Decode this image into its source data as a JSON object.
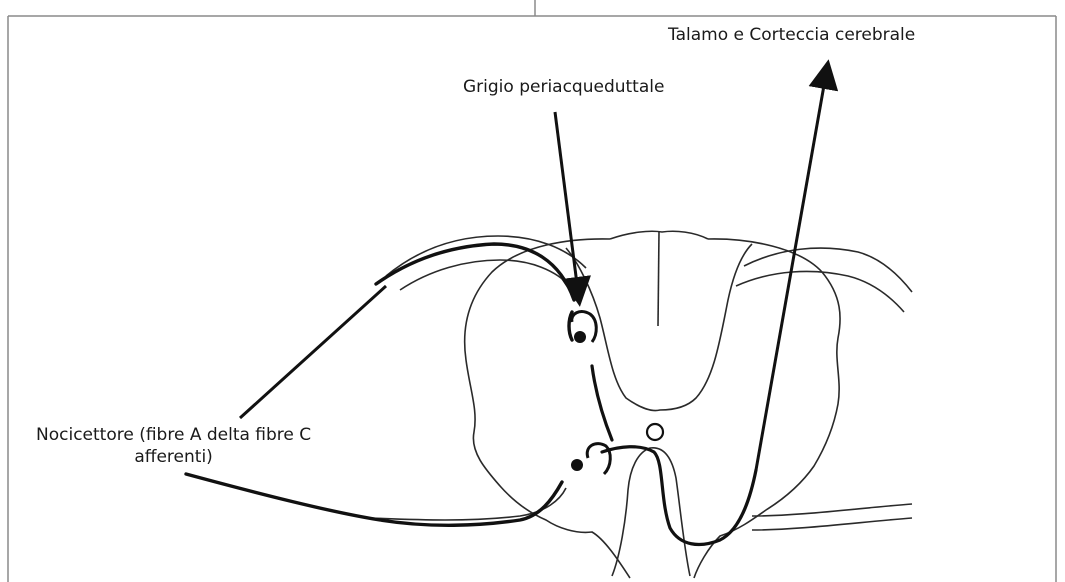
{
  "diagram": {
    "labels": {
      "talamo": "Talamo e Corteccia cerebrale",
      "grigio": "Grigio periacqueduttale",
      "nocicettore_line1": "Nocicettore (fibre A delta fibre C",
      "nocicettore_line2": "afferenti)"
    },
    "colors": {
      "ink": "#111111",
      "outline": "#2a2a2a",
      "frame": "#8a8a8a",
      "background": "#ffffff"
    }
  }
}
